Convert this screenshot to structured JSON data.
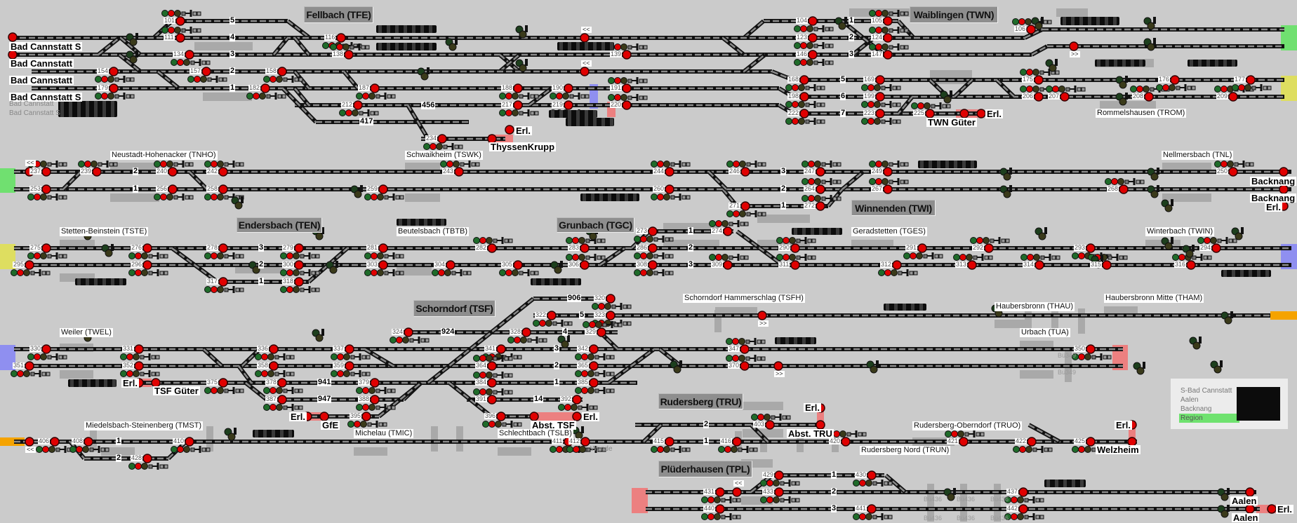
{
  "stations_boxed": [
    "Fellbach (TFE)",
    "Waiblingen (TWN)",
    "Winnenden (TWI)",
    "Endersbach (TEN)",
    "Grunbach (TGC)",
    "Schorndorf (TSF)",
    "Rudersberg (TRU)",
    "Plüderhausen (TPL)"
  ],
  "stations_small": [
    "Neustadt-Hohenacker (TNHO)",
    "Schwaikheim (TSWK)",
    "Nellmersbach (TNL)",
    "Rommelshausen (TROM)",
    "Stetten-Beinstein (TSTE)",
    "Beutelsbach (TBTB)",
    "Geradstetten (TGES)",
    "Winterbach (TWIN)",
    "Schorndorf Hammerschlag (TSFH)",
    "Haubersbronn (THAU)",
    "Haubersbronn Mitte (THAM)",
    "Weiler (TWEL)",
    "Urbach (TUA)",
    "Miedelsbach-Steinenberg (TMST)",
    "Michelau (TMIC)",
    "Schlechtbach (TSLB)",
    "Rudersberg-Oberndorf (TRUO)",
    "Rudersberg Nord (TRUN)"
  ],
  "endpoints": [
    "Bad Cannstatt S",
    "Bad Cannstatt",
    "Bad Cannstatt",
    "Bad Cannstatt S",
    "Erl.",
    "ThyssenKrupp",
    "TWN Güter",
    "Erl.",
    "Backnang",
    "Backnang",
    "Erl.",
    "Erl.",
    "TSF Güter",
    "Erl.",
    "GfE",
    "Abst. TSF",
    "Erl.",
    "Abst. TRU",
    "Erl.",
    "Erl.",
    "Welzheim",
    "Aalen",
    "Aalen",
    "Erl."
  ],
  "gray_texts": [
    "Bad Cannstatt",
    "Bad Cannstatt S",
    "Wende"
  ],
  "crossing_labels": [
    "Bü349",
    "Bü349",
    "Bü436",
    "Bü436",
    "Bü436",
    "Bü436",
    "Bü436",
    "Bü436"
  ],
  "track_numbers": [
    "5",
    "4",
    "3",
    "2",
    "1",
    "417",
    "456",
    "1",
    "2",
    "3",
    "5",
    "6",
    "7",
    "2",
    "1",
    "3",
    "2",
    "1",
    "3",
    "2",
    "1",
    "1",
    "2",
    "3",
    "906",
    "5",
    "4",
    "3",
    "2",
    "1",
    "14",
    "924",
    "941",
    "947",
    "1",
    "2",
    "2",
    "1",
    "1",
    "2",
    "3"
  ],
  "arrows": [
    "<<",
    "<<",
    ">>",
    "<<",
    ">>",
    ">>",
    "<<",
    "<<"
  ],
  "signals": [
    "101",
    "111",
    "134",
    "157",
    "154",
    "179",
    "158",
    "182",
    "116",
    "138",
    "187",
    "212",
    "139",
    "188",
    "217",
    "190",
    "219",
    "191",
    "220",
    "104",
    "123",
    "146",
    "168",
    "198",
    "222",
    "105",
    "124",
    "147",
    "169",
    "199",
    "223",
    "106",
    "175",
    "206",
    "207",
    "208",
    "209",
    "176",
    "177",
    "225",
    "234",
    "237",
    "253",
    "239",
    "240",
    "256",
    "242",
    "258",
    "259",
    "243",
    "244",
    "260",
    "246",
    "271",
    "247",
    "264",
    "272",
    "249",
    "267",
    "268",
    "250",
    "275",
    "295",
    "276",
    "296",
    "278",
    "317",
    "279",
    "300",
    "318",
    "281",
    "303",
    "304",
    "282",
    "305",
    "283",
    "306",
    "273",
    "286",
    "308",
    "274",
    "309",
    "290",
    "311",
    "291",
    "312",
    "292",
    "313",
    "293",
    "314",
    "315",
    "294",
    "316",
    "330",
    "351",
    "331",
    "352",
    "375",
    "336",
    "358",
    "378",
    "387",
    "337",
    "359",
    "379",
    "388",
    "395",
    "324",
    "320",
    "322",
    "323",
    "328",
    "329",
    "341",
    "342",
    "364",
    "365",
    "384",
    "385",
    "391",
    "392",
    "396",
    "347",
    "370",
    "350",
    "406",
    "408",
    "428",
    "410",
    "411",
    "412",
    "415",
    "416",
    "403",
    "420",
    "421",
    "422",
    "425",
    "429",
    "430",
    "431",
    "433",
    "440",
    "441",
    "437",
    "442"
  ],
  "legend": {
    "rows": [
      "S-Bad Cannstatt",
      "Aalen",
      "Backnang",
      "Region"
    ],
    "active": "Region",
    "active_color": "#6fe26f"
  },
  "colors": {
    "background": "#cbcbcb",
    "signal_red": "#e00000",
    "signal_green": "#1f6b2a",
    "track": "#111111",
    "track_dash": "#8a8a8a",
    "block_green": "#70e070",
    "block_yellow": "#dede60",
    "block_blue": "#8f8ff0",
    "block_orange": "#f5a300",
    "block_red": "#ec8080"
  }
}
